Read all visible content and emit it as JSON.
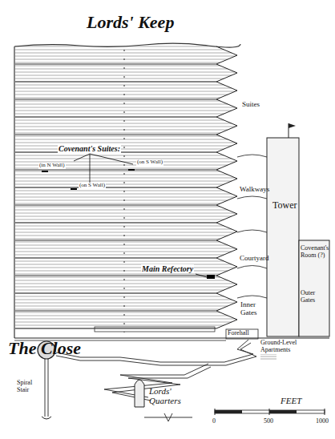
{
  "diagram": {
    "title": "Lords' Keep",
    "nodes": [
      {
        "text": [
          "Tower",
          "Covenant's Room (?)",
          "Outer Gates"
        ]
      }
    ],
    "labels": [
      "Covenant's Suites:",
      "(in N Wall)",
      "(on S Wall)",
      "(on S Wall)",
      "Suites",
      "Walkways",
      "Courtyard",
      "Main Refectory",
      "Inner Gates",
      "Forehall",
      "Ground-Level Apartments",
      "The Close",
      "Spiral Stair",
      "Lords' Quarters",
      "FEET",
      "0",
      "500",
      "1000"
    ]
  }
}
